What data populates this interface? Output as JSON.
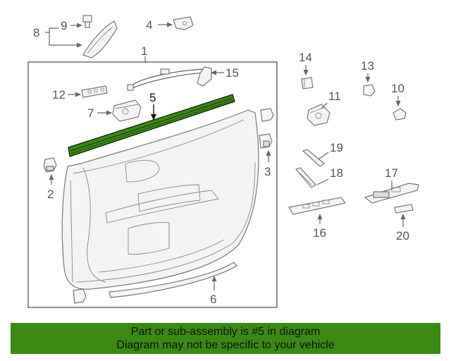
{
  "callouts": [
    "1",
    "2",
    "3",
    "4",
    "5",
    "6",
    "7",
    "8",
    "9",
    "10",
    "11",
    "12",
    "13",
    "14",
    "15",
    "16",
    "17",
    "18",
    "19",
    "20"
  ],
  "highlighted_part": "5",
  "colors": {
    "highlight": "#3a8a13",
    "banner": "#3a8a13",
    "line": "#777777",
    "fill": "#f4f4f4"
  },
  "banner": {
    "line1": "Part or sub-assembly is #5 in diagram",
    "line2": "Diagram may not be specific to your vehicle"
  }
}
